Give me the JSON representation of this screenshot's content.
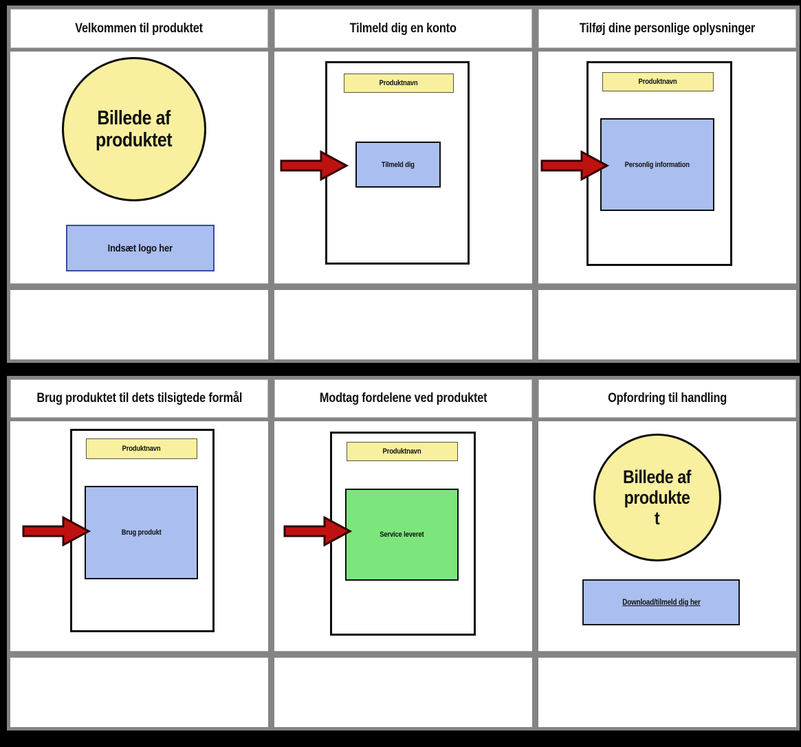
{
  "board": {
    "colors": {
      "background": "#000000",
      "panel_border_gray": "#848484",
      "shape_yellow": "#F8F09E",
      "shape_blue": "#AABFEF",
      "shape_green": "#7CE67C",
      "arrow_red": "#C01111",
      "arrow_outline": "#330303",
      "logo_box_border_navy": "#3A4A9E",
      "frame_border": "#0d0d0d"
    },
    "panels": [
      {
        "title": "Velkommen til produktet",
        "circle_text": "Billede af\nproduktet",
        "logo_box": "Indsæt logo her",
        "description": ""
      },
      {
        "title": "Tilmeld dig en konto",
        "header_box": "Produktnavn",
        "action_box": "Tilmeld dig",
        "description": ""
      },
      {
        "title": "Tilføj dine personlige oplysninger",
        "header_box": "Produktnavn",
        "action_box": "Personlig information",
        "description": ""
      },
      {
        "title": "Brug produktet til dets tilsigtede formål",
        "header_box": "Produktnavn",
        "action_box": "Brug produkt",
        "description": ""
      },
      {
        "title": "Modtag fordelene ved produktet",
        "header_box": "Produktnavn",
        "action_box": "Service leveret",
        "description": ""
      },
      {
        "title": "Opfordring til handling",
        "circle_text": "Billede af\nprodukte\nt",
        "cta_box": "Download/tilmeld dig her",
        "description": ""
      }
    ]
  }
}
